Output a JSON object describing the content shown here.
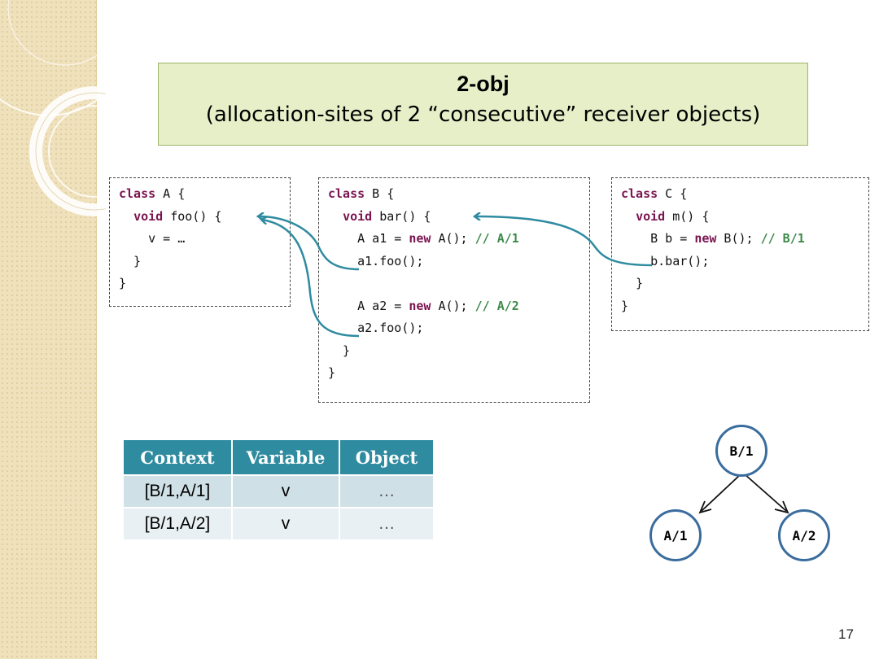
{
  "slide": {
    "title": "2-obj",
    "subtitle": "(allocation-sites of 2 “consecutive” receiver objects)",
    "page_number": "17"
  },
  "code": {
    "class_a": {
      "lines": [
        [
          {
            "t": "class",
            "k": "kw"
          },
          {
            "t": " A {"
          }
        ],
        [
          {
            "t": "  "
          },
          {
            "t": "void",
            "k": "kw"
          },
          {
            "t": " foo() {"
          }
        ],
        [
          {
            "t": "    v = …"
          }
        ],
        [
          {
            "t": "  }"
          }
        ],
        [
          {
            "t": "}"
          }
        ]
      ]
    },
    "class_b": {
      "lines": [
        [
          {
            "t": "class",
            "k": "kw"
          },
          {
            "t": " B {"
          }
        ],
        [
          {
            "t": "  "
          },
          {
            "t": "void",
            "k": "kw"
          },
          {
            "t": " bar() {"
          }
        ],
        [
          {
            "t": "    A a1 = "
          },
          {
            "t": "new",
            "k": "kw"
          },
          {
            "t": " A(); "
          },
          {
            "t": "// A/1",
            "k": "cm"
          }
        ],
        [
          {
            "t": "    a1.foo();"
          }
        ],
        [
          {
            "t": ""
          }
        ],
        [
          {
            "t": "    A a2 = "
          },
          {
            "t": "new",
            "k": "kw"
          },
          {
            "t": " A(); "
          },
          {
            "t": "// A/2",
            "k": "cm"
          }
        ],
        [
          {
            "t": "    a2.foo();"
          }
        ],
        [
          {
            "t": "  }"
          }
        ],
        [
          {
            "t": "}"
          }
        ]
      ]
    },
    "class_c": {
      "lines": [
        [
          {
            "t": "class",
            "k": "kw"
          },
          {
            "t": " C {"
          }
        ],
        [
          {
            "t": "  "
          },
          {
            "t": "void",
            "k": "kw"
          },
          {
            "t": " m() {"
          }
        ],
        [
          {
            "t": "    B b = "
          },
          {
            "t": "new",
            "k": "kw"
          },
          {
            "t": " B(); "
          },
          {
            "t": "// B/1",
            "k": "cm"
          }
        ],
        [
          {
            "t": "    b.bar();"
          }
        ],
        [
          {
            "t": "  }"
          }
        ],
        [
          {
            "t": "}"
          }
        ]
      ]
    }
  },
  "table": {
    "headers": [
      "Context",
      "Variable",
      "Object"
    ],
    "rows": [
      [
        "[B/1,A/1]",
        "v",
        "…"
      ],
      [
        "[B/1,A/2]",
        "v",
        "…"
      ]
    ]
  },
  "graph": {
    "nodes": {
      "root": "B/1",
      "left": "A/1",
      "right": "A/2"
    }
  },
  "colors": {
    "title_fill": "#e6efc8",
    "keyword": "#7a1450",
    "comment": "#3d8a4a",
    "call_arrow": "#2f8ba0",
    "table_header": "#2f8ba0",
    "node_border": "#3a6d9e"
  }
}
